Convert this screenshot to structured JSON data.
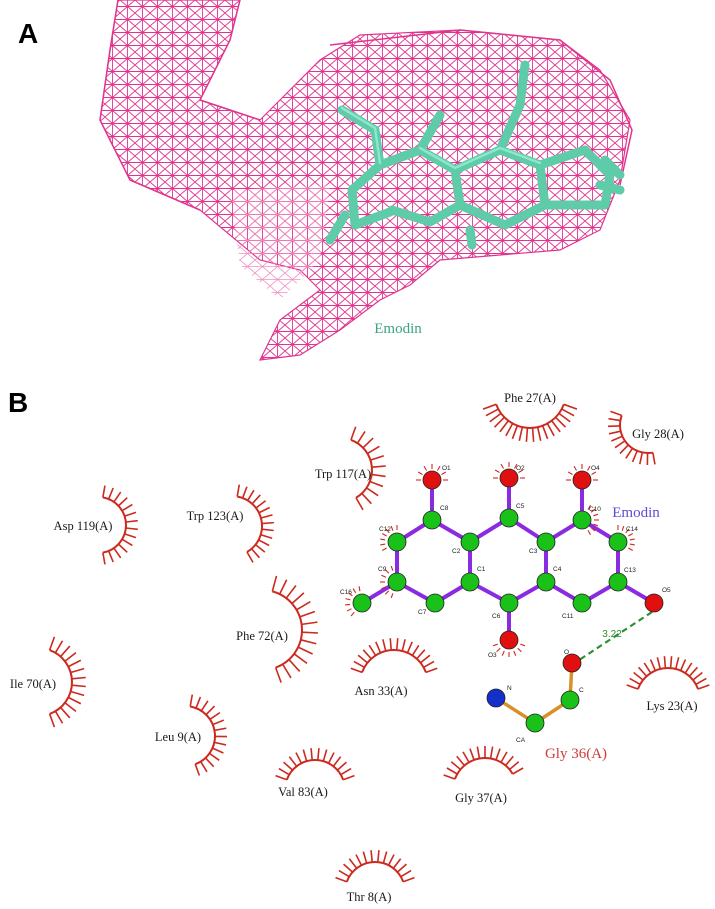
{
  "panels": {
    "a_label": "A",
    "b_label": "B"
  },
  "panel_a": {
    "ligand_label": "Emodin",
    "colors": {
      "mesh": "#e0358f",
      "ligand": "#5ecba9",
      "label": "#3aa383"
    }
  },
  "panel_b": {
    "ligand_name": "Emodin",
    "hbond_partner": "Gly 36(A)",
    "hbond_distance": "3.22",
    "atoms": [
      "O1",
      "O2",
      "O4",
      "C8",
      "C5",
      "C10",
      "C12",
      "C2",
      "C3",
      "C14",
      "C9",
      "C1",
      "C4",
      "C13",
      "O5",
      "C16",
      "C7",
      "C6",
      "C11",
      "O3",
      "O",
      "N",
      "C",
      "CA"
    ],
    "residues": [
      "Phe 27(A)",
      "Gly 28(A)",
      "Trp 117(A)",
      "Asp 119(A)",
      "Trp 123(A)",
      "Phe 72(A)",
      "Ile 70(A)",
      "Asn 33(A)",
      "Lys 23(A)",
      "Leu 9(A)",
      "Val 83(A)",
      "Gly 37(A)",
      "Thr 8(A)"
    ],
    "colors": {
      "bond": "#8a2be2",
      "carbon": "#19c119",
      "oxygen": "#e01010",
      "nitrogen": "#1530c8",
      "residue_bond": "#d8902a",
      "hydrophobic_arc": "#cc2a1e",
      "hbond": "#2f8f2f",
      "ligand_label": "#5b4bd6",
      "partner_label": "#d23a3a"
    }
  }
}
